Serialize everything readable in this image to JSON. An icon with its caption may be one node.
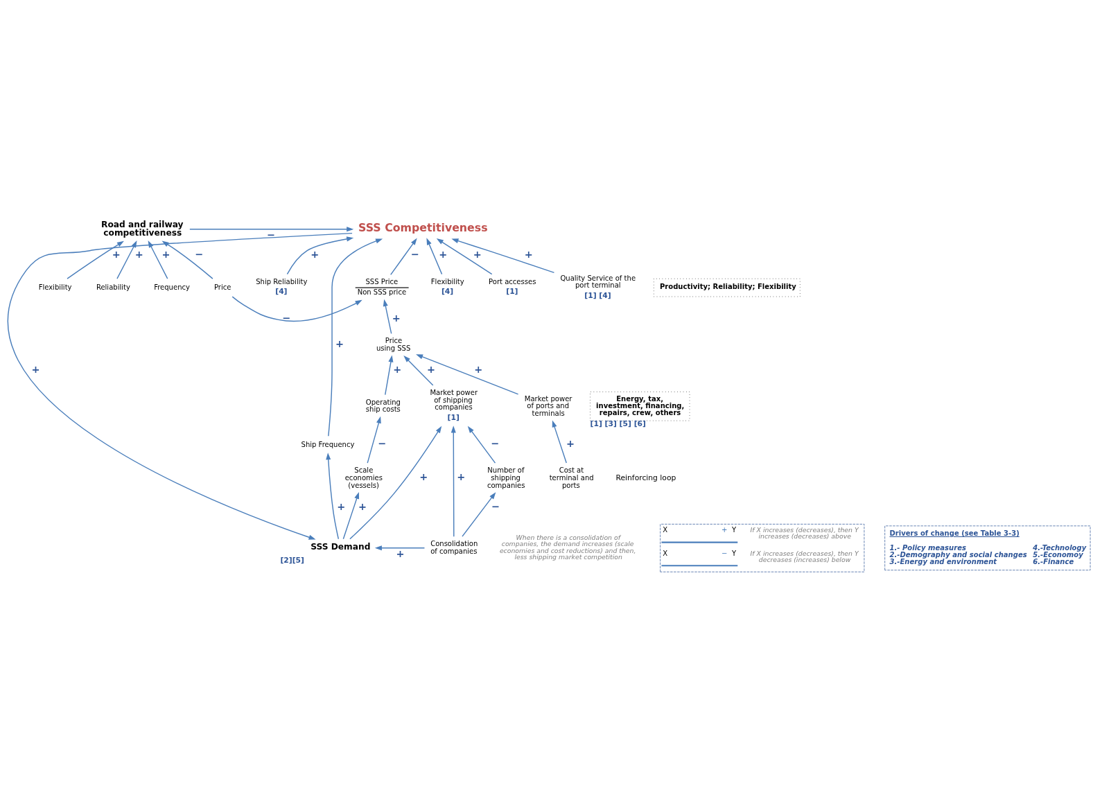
{
  "diagram": {
    "nodes": [
      {
        "text": [
          "SSS Competitiveness"
        ]
      },
      {
        "text": [
          "Road and railway competitiveness"
        ]
      },
      {
        "text": [
          "Flexibility"
        ]
      },
      {
        "text": [
          "Price"
        ]
      },
      {
        "text": [
          "Reliability"
        ]
      },
      {
        "text": [
          "Frequency"
        ]
      },
      {
        "text": [
          "SSS Price",
          "Non SSS price"
        ]
      },
      {
        "text": [
          "SSS Demand"
        ],
        "beside": [
          "[2][5]"
        ]
      },
      {
        "text": [
          "Flexibility",
          "[4]"
        ]
      },
      {
        "text": [
          "Port accesses",
          "[1]"
        ]
      },
      {
        "text": [
          "Quality Service of the port terminal",
          "[1] [4]"
        ]
      },
      {
        "text": [
          "Productivity; Reliability; Flexibility"
        ]
      },
      {
        "text": [
          "Ship Reliability",
          "[4]"
        ]
      },
      {
        "text": [
          "Ship Frequency"
        ]
      },
      {
        "text": [
          "Scale economies (vessels)"
        ]
      },
      {
        "text": [
          "Operating ship costs"
        ]
      },
      {
        "text": [
          "Energy, tax, investment, financing, repairs, crew, others"
        ],
        "beside": [
          "[1] [3] [5] [6]"
        ]
      },
      {
        "text": [
          "Price using SSS"
        ]
      },
      {
        "text": [
          "Market power of ports and terminals"
        ]
      },
      {
        "text": [
          "Cost at terminal and ports"
        ]
      },
      {
        "text": [
          "Number of shipping companies"
        ]
      },
      {
        "text": [
          "Market power of shipping companies",
          "[1]"
        ]
      },
      {
        "text": [
          "Consolidation of companies"
        ]
      }
    ],
    "edges": [
      {
        "from": 1,
        "to": 0,
        "arrow": "to",
        "label": "−"
      },
      {
        "from": 2,
        "to": 1,
        "arrow": "to",
        "label": "+"
      },
      {
        "from": 3,
        "to": 1,
        "arrow": "to",
        "label": "−"
      },
      {
        "from": 4,
        "to": 1,
        "arrow": "to",
        "label": "+"
      },
      {
        "from": 5,
        "to": 1,
        "arrow": "to",
        "label": "+"
      },
      {
        "from": 3,
        "to": 6,
        "arrow": "to",
        "label": "−"
      },
      {
        "from": 0,
        "to": 7,
        "arrow": "to",
        "label": "+"
      },
      {
        "from": 8,
        "to": 0,
        "arrow": "to",
        "label": "+"
      },
      {
        "from": 9,
        "to": 0,
        "arrow": "to",
        "label": "+"
      },
      {
        "from": 10,
        "to": 0,
        "arrow": "to",
        "label": "+"
      },
      {
        "from": 12,
        "to": 0,
        "arrow": "to",
        "label": "+"
      },
      {
        "from": 13,
        "to": 0,
        "arrow": "to",
        "label": "+"
      },
      {
        "from": 6,
        "to": 0,
        "arrow": "to",
        "label": "−"
      },
      {
        "from": 17,
        "to": 6,
        "arrow": "to",
        "label": "+"
      },
      {
        "from": 7,
        "to": 13,
        "arrow": "to",
        "label": "+"
      },
      {
        "from": 7,
        "to": 14,
        "arrow": "to",
        "label": "+"
      },
      {
        "from": 14,
        "to": 15,
        "arrow": "to",
        "label": "−"
      },
      {
        "from": 15,
        "to": 17,
        "arrow": "to",
        "label": "+"
      },
      {
        "from": 18,
        "to": 17,
        "arrow": "to",
        "label": "+"
      },
      {
        "from": 19,
        "to": 18,
        "arrow": "to",
        "label": "+"
      },
      {
        "from": 21,
        "to": 17,
        "arrow": "to",
        "label": "+"
      },
      {
        "from": 20,
        "to": 21,
        "arrow": "to",
        "label": "−"
      },
      {
        "from": 22,
        "to": 21,
        "arrow": "to",
        "label": "+"
      },
      {
        "from": 22,
        "to": 20,
        "arrow": "to",
        "label": "−"
      },
      {
        "from": 7,
        "to": 21,
        "arrow": "to",
        "label": "+"
      },
      {
        "from": 22,
        "to": 7,
        "arrow": "to",
        "label": "+"
      }
    ],
    "labels": [
      "Reinforcing loop",
      "When there is a consolidation of companies, the demand increases (scale economies and cost reductions) and then, less shipping market competition",
      "X",
      "+",
      "Y",
      "X",
      "−",
      "Y",
      "Drivers of change (see Table 3-3)",
      "1.- Policy measures",
      "2.-Demography and social changes",
      "3.-Energy and environment",
      "4.-Technology",
      "5.-Economoy",
      "6.-Finance"
    ],
    "legend": [
      {
        "text": "If X increases (decreases), then Y increases (decreases) above"
      },
      {
        "text": "If X increases (decreases), then Y decreases (increases) below"
      }
    ]
  }
}
